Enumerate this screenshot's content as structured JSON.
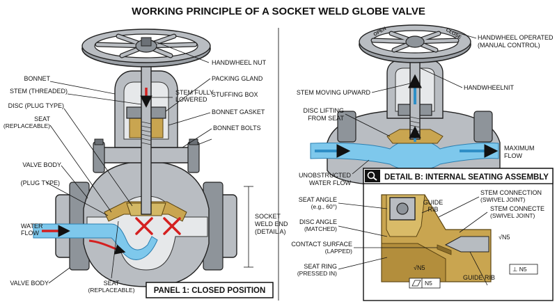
{
  "title": "WORKING PRINCIPLE OF A SOCKET WELD GLOBE VALVE",
  "panel1": {
    "caption": "PANEL 1: CLOSED POSITION",
    "labels": {
      "bonnet": "BONNET",
      "stem_threaded": "STEM (THREADED)",
      "disc_plug_type": "DISC (PLUG TYPE)",
      "seat_1": "SEAT",
      "seat_1_sub": "(REPLACEABLE)",
      "valve_body_1": "VALVE BODY",
      "plug_type": "(PLUG TYPE)",
      "water_1": "WATER",
      "water_2": "FLOW",
      "valve_body_2": "VALVE BODY",
      "seat_2": "SEAT",
      "seat_2_sub": "(REPLACEABLE)",
      "handwheel_nut": "HANDWHEEL NUT",
      "packing_gland": "PACKING GLAND",
      "stem_fully_1": "STEM FULLY",
      "stem_fully_2": "LOWERED",
      "stuffing_box": "STUFFING BOX",
      "bonnet_gasket": "BONNET GASKET",
      "bonnet_bolts": "BONNET BOLTS",
      "socket_1": "SOCKET",
      "socket_2": "WELD END",
      "socket_3": "(DETAIL A)"
    }
  },
  "panel2": {
    "wheel_text_left": "OPEN",
    "wheel_text_right": "CLOSE",
    "labels": {
      "handwheel_op_1": "HANDWHEEL OPERATED",
      "handwheel_op_2": "(MANUAL CONTROL)",
      "handwheelnit": "HANDWHEELNIT",
      "stem_moving": "STEM MOVING UPWARD",
      "disc_lifting_1": "DISC LIFTING",
      "disc_lifting_2": "FROM SEAT",
      "maximum_1": "MAXIMUM",
      "maximum_2": "FLOW",
      "unobstructed_1": "UNOBSTRUCTED",
      "unobstructed_2": "WATER FLOW"
    }
  },
  "detail": {
    "title": "DETAIL B: INTERNAL SEATING ASSEMBLY",
    "labels": {
      "seat_angle_1": "SEAT ANGLE",
      "seat_angle_2": "(e.g., 60°)",
      "guide_rib_1": "GUIDE",
      "guide_rib_2": "RIB",
      "stem_conn_1": "STEM CONNECTION",
      "stem_conn_2": "(SWIVEL JOINT)",
      "stem_connecte_1": "STEM CONNECTE",
      "stem_connecte_2": "(SWIVEL JOINT)",
      "disc_angle_1": "DISC ANGLE",
      "disc_angle_2": "(MATCHED)",
      "contact_1": "CONTACT SURFACE",
      "contact_2": "(LAPPED)",
      "seat_ring_1": "SEAT RING",
      "seat_ring_2": "(PRESSED IN)",
      "n5_a": "√N5",
      "n5_b": "√N5",
      "n5_c": "N5",
      "n5_d": "⊥ N5",
      "guide_rib_b": "GUIDE RIB"
    }
  }
}
